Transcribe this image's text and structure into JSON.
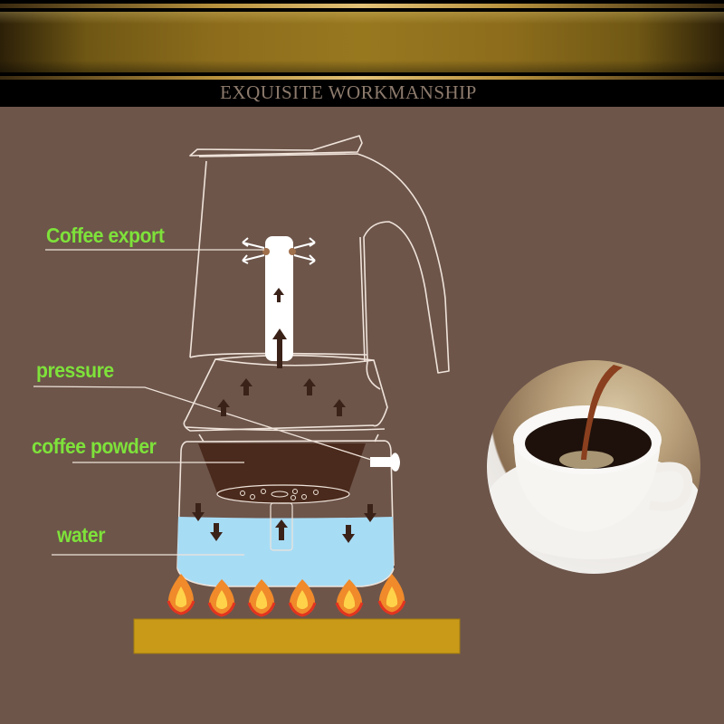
{
  "header": {
    "tagline": "EXQUISITE WORKMANSHIP"
  },
  "labels": {
    "coffee_export": "Coffee export",
    "pressure": "pressure",
    "coffee_powder": "coffee powder",
    "water": "water"
  },
  "colors": {
    "background": "#6d554a",
    "label_green": "#7ee23a",
    "outline": "#efe3da",
    "water": "#a7dcf5",
    "coffee_grounds": "#4a2a1c",
    "arrow": "#3b2218",
    "stove": "#c89a17",
    "gold": "#98781f"
  },
  "icons": {
    "flames_count": 6,
    "arrow_icon": "up/down arrow",
    "flame_icon": "fire-icon"
  },
  "photo": {
    "subject": "coffee-pouring-into-cup"
  }
}
